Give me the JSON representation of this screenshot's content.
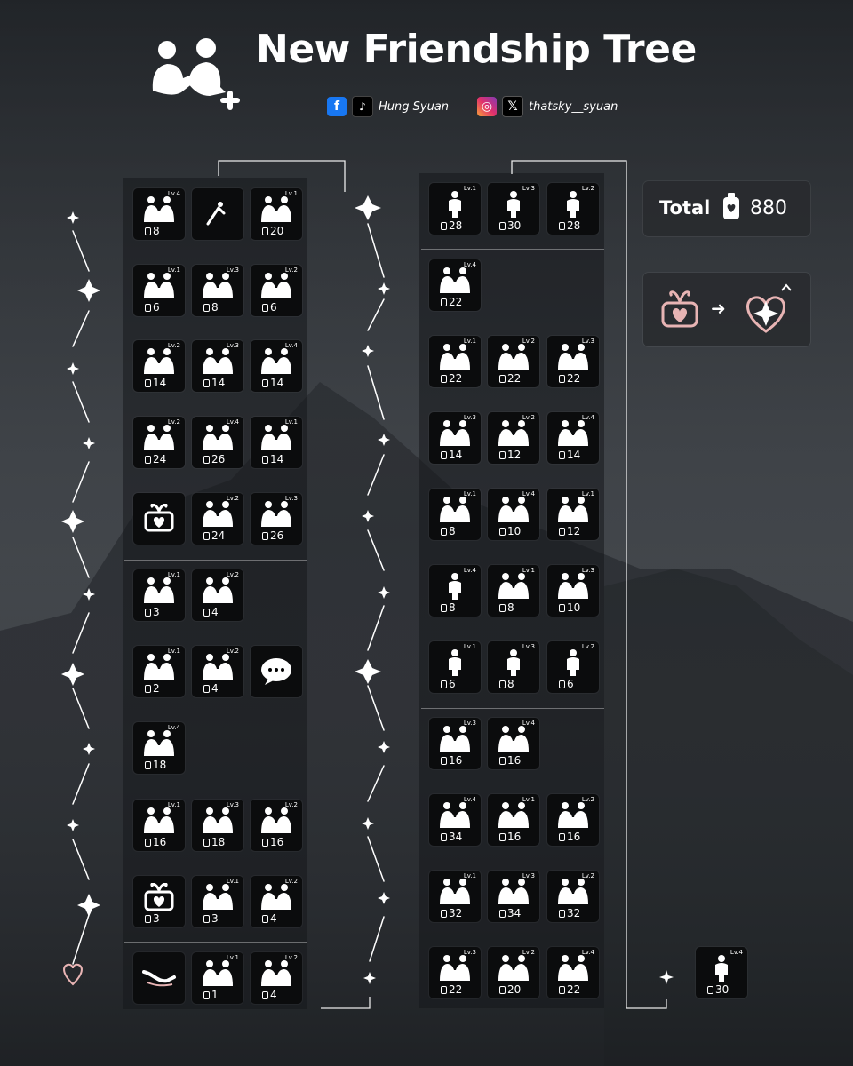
{
  "header": {
    "title": "New Friendship Tree",
    "icon": "friends-add-icon",
    "facebook_icon": "facebook-icon",
    "tiktok_icon": "tiktok-icon",
    "handle_1": "Hung Syuan",
    "instagram_icon": "instagram-icon",
    "x_icon": "x-icon",
    "handle_2": "thatsky__syuan"
  },
  "summary": {
    "total_label": "Total",
    "total_value": "880",
    "currency_icon": "candle-icon",
    "trade_icon_from": "gift-heart-icon",
    "trade_icon_to": "sparkle-heart-icon"
  },
  "colors": {
    "accent": "#e8b4b4",
    "text": "#ffffff",
    "cell": "#0b0c0d"
  },
  "trees": [
    {
      "name": "left",
      "rows": [
        [
          {
            "lv": "Lv.4",
            "cost": "8",
            "icon": "couple-icon"
          },
          {
            "lv": "",
            "cost": "",
            "icon": "flying-kid-icon"
          },
          {
            "lv": "Lv.1",
            "cost": "20",
            "icon": "piggyback-icon"
          }
        ],
        [
          {
            "lv": "Lv.1",
            "cost": "6",
            "icon": "high-five-couple-icon"
          },
          {
            "lv": "Lv.3",
            "cost": "8",
            "icon": "high-five-couple-icon"
          },
          {
            "lv": "Lv.2",
            "cost": "6",
            "icon": "high-five-couple-icon"
          }
        ],
        [
          {
            "lv": "Lv.2",
            "cost": "14",
            "icon": "jump-high-five-icon"
          },
          {
            "lv": "Lv.3",
            "cost": "14",
            "icon": "jump-high-five-icon"
          },
          {
            "lv": "Lv.4",
            "cost": "14",
            "icon": "jump-high-five-icon"
          }
        ],
        [
          {
            "lv": "Lv.2",
            "cost": "24",
            "icon": "hug-icon"
          },
          {
            "lv": "Lv.4",
            "cost": "26",
            "icon": "hug-icon"
          },
          {
            "lv": "Lv.1",
            "cost": "14",
            "icon": "jump-high-five-icon"
          }
        ],
        [
          {
            "lv": "",
            "cost": "",
            "icon": "gift-cart-icon"
          },
          {
            "lv": "Lv.2",
            "cost": "24",
            "icon": "hug-icon"
          },
          {
            "lv": "Lv.3",
            "cost": "26",
            "icon": "hug-icon"
          }
        ],
        [
          {
            "lv": "Lv.1",
            "cost": "3",
            "icon": "double-five-icon"
          },
          {
            "lv": "Lv.2",
            "cost": "4",
            "icon": "double-five-icon"
          }
        ],
        [
          {
            "lv": "Lv.1",
            "cost": "2",
            "icon": "bear-hug-icon"
          },
          {
            "lv": "Lv.2",
            "cost": "4",
            "icon": "bear-hug-icon"
          },
          {
            "lv": "",
            "cost": "",
            "icon": "chat-bubble-icon"
          }
        ],
        [
          {
            "lv": "Lv.4",
            "cost": "18",
            "icon": "handshake-icon"
          }
        ],
        [
          {
            "lv": "Lv.1",
            "cost": "16",
            "icon": "handshake-icon"
          },
          {
            "lv": "Lv.3",
            "cost": "18",
            "icon": "fist-bump-icon"
          },
          {
            "lv": "Lv.2",
            "cost": "16",
            "icon": "fist-bump-icon"
          }
        ],
        [
          {
            "lv": "",
            "cost": "3",
            "icon": "gift-heart-icon"
          },
          {
            "lv": "Lv.1",
            "cost": "3",
            "icon": "fist-bump-icon"
          },
          {
            "lv": "Lv.2",
            "cost": "4",
            "icon": "fist-bump-icon"
          }
        ],
        [
          {
            "lv": "",
            "cost": "",
            "icon": "holding-hands-icon"
          },
          {
            "lv": "Lv.1",
            "cost": "1",
            "icon": "double-five-icon"
          },
          {
            "lv": "Lv.2",
            "cost": "4",
            "icon": "double-five-icon"
          }
        ]
      ]
    },
    {
      "name": "right",
      "rows": [
        [
          {
            "lv": "Lv.1",
            "cost": "28",
            "icon": "carry-icon"
          },
          {
            "lv": "Lv.3",
            "cost": "30",
            "icon": "carry-icon"
          },
          {
            "lv": "Lv.2",
            "cost": "28",
            "icon": "carry-icon"
          }
        ],
        [
          {
            "lv": "Lv.4",
            "cost": "22",
            "icon": "sparkle-five-icon"
          }
        ],
        [
          {
            "lv": "Lv.1",
            "cost": "22",
            "icon": "sparkle-five-icon"
          },
          {
            "lv": "Lv.2",
            "cost": "22",
            "icon": "sparkle-five-icon"
          },
          {
            "lv": "Lv.3",
            "cost": "22",
            "icon": "sparkle-five-icon"
          }
        ],
        [
          {
            "lv": "Lv.3",
            "cost": "14",
            "icon": "dance-icon"
          },
          {
            "lv": "Lv.2",
            "cost": "12",
            "icon": "dance-icon"
          },
          {
            "lv": "Lv.4",
            "cost": "14",
            "icon": "dance-icon"
          }
        ],
        [
          {
            "lv": "Lv.1",
            "cost": "8",
            "icon": "cheer-icon"
          },
          {
            "lv": "Lv.4",
            "cost": "10",
            "icon": "cheer-icon"
          },
          {
            "lv": "Lv.1",
            "cost": "12",
            "icon": "dance-icon"
          }
        ],
        [
          {
            "lv": "Lv.4",
            "cost": "8",
            "icon": "bow-icon"
          },
          {
            "lv": "Lv.1",
            "cost": "8",
            "icon": "cheer-icon"
          },
          {
            "lv": "Lv.3",
            "cost": "10",
            "icon": "cheer-icon"
          }
        ],
        [
          {
            "lv": "Lv.1",
            "cost": "6",
            "icon": "bow-icon"
          },
          {
            "lv": "Lv.3",
            "cost": "8",
            "icon": "bow-icon"
          },
          {
            "lv": "Lv.2",
            "cost": "6",
            "icon": "bow-icon"
          }
        ],
        [
          {
            "lv": "Lv.3",
            "cost": "16",
            "icon": "whisper-icon"
          },
          {
            "lv": "Lv.4",
            "cost": "16",
            "icon": "whisper-icon"
          }
        ],
        [
          {
            "lv": "Lv.4",
            "cost": "34",
            "icon": "hold-hands-icon"
          },
          {
            "lv": "Lv.1",
            "cost": "16",
            "icon": "whisper-icon"
          },
          {
            "lv": "Lv.2",
            "cost": "16",
            "icon": "whisper-icon"
          }
        ],
        [
          {
            "lv": "Lv.1",
            "cost": "32",
            "icon": "hold-hands-icon"
          },
          {
            "lv": "Lv.3",
            "cost": "34",
            "icon": "hold-hands-icon"
          },
          {
            "lv": "Lv.2",
            "cost": "32",
            "icon": "hold-hands-icon"
          }
        ],
        [
          {
            "lv": "Lv.3",
            "cost": "22",
            "icon": "tackle-icon"
          },
          {
            "lv": "Lv.2",
            "cost": "20",
            "icon": "tackle-icon"
          },
          {
            "lv": "Lv.4",
            "cost": "22",
            "icon": "tackle-icon"
          }
        ]
      ],
      "extra": {
        "lv": "Lv.4",
        "cost": "30",
        "icon": "carry-icon"
      }
    }
  ]
}
